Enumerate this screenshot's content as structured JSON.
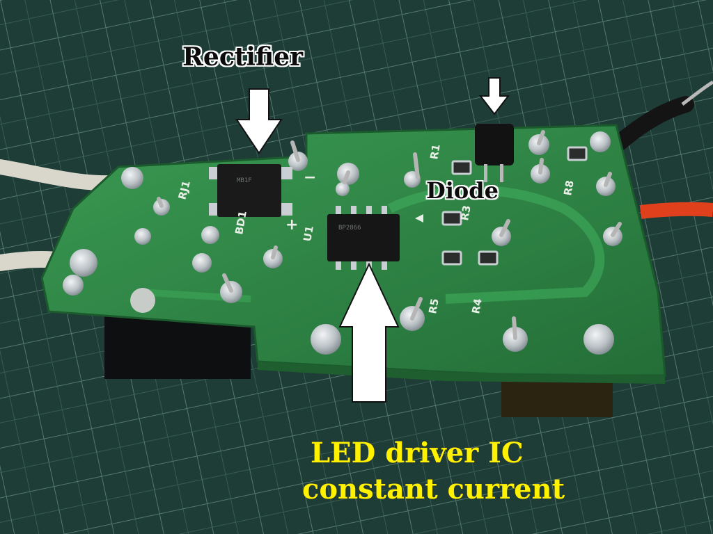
{
  "annotations": {
    "rectifier": "Rectifier",
    "diode": "Diode",
    "led_line1": "LED driver IC",
    "led_line2": "constant current"
  },
  "silkscreen": {
    "bd1": "BD1",
    "u1": "U1",
    "rj1": "RJ1",
    "r1": "R1",
    "r3": "R3",
    "r4": "R4",
    "r5": "R5",
    "r8": "R8",
    "plus": "+",
    "minus": "−"
  },
  "colors": {
    "mat": "#1d3a34",
    "pcb": "#2f8a45",
    "chip": "#1a1a1a",
    "solder": "#c9cfd2",
    "annotation_yellow": "#fff200"
  }
}
